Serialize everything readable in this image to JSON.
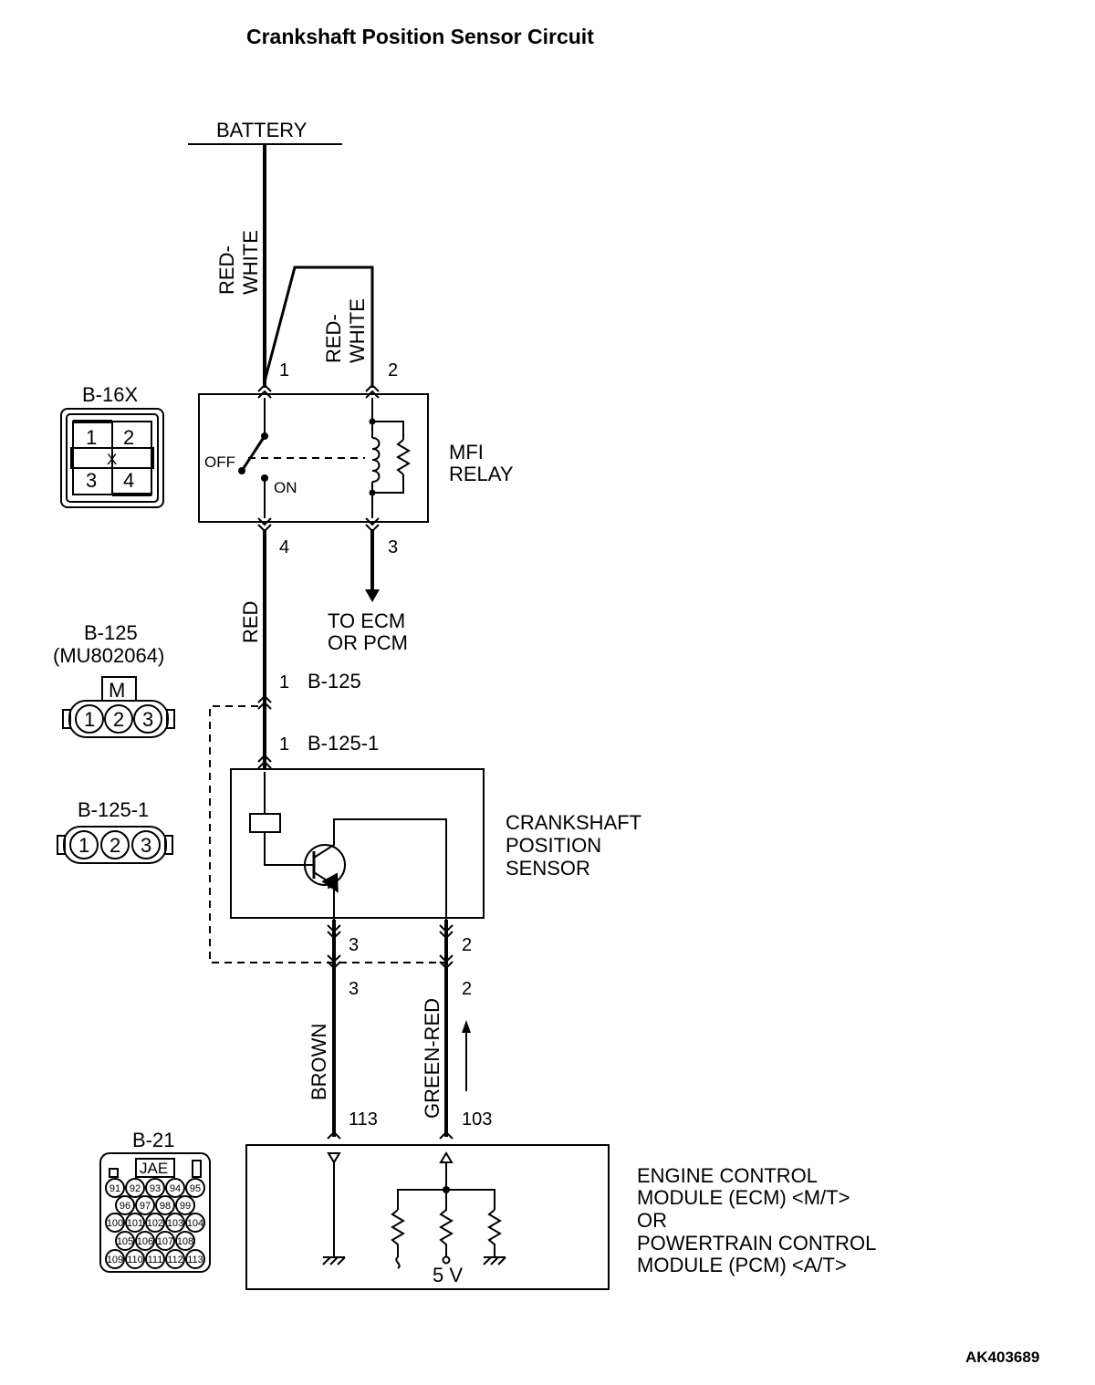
{
  "title": "Crankshaft Position Sensor Circuit",
  "code": "AK403689",
  "battery": "BATTERY",
  "wires": {
    "red_white_1": "RED-\nWHITE",
    "red_white_2": "RED-\nWHITE",
    "red": "RED",
    "brown": "BROWN",
    "green_red": "GREEN-RED"
  },
  "relay": {
    "name_line1": "MFI",
    "name_line2": "RELAY",
    "off": "OFF",
    "on": "ON",
    "pins": [
      "1",
      "2",
      "3",
      "4"
    ]
  },
  "to_ecm": [
    "TO ECM",
    "OR PCM"
  ],
  "connectors": {
    "b16x": {
      "label": "B-16X",
      "pins": [
        "1",
        "2",
        "3",
        "4"
      ],
      "mark": "X"
    },
    "b125": {
      "label": "B-125",
      "part": "(MU802064)",
      "mark": "M",
      "pins": [
        "1",
        "2",
        "3"
      ]
    },
    "b125_1": {
      "label": "B-125-1",
      "pins": [
        "1",
        "2",
        "3"
      ]
    },
    "b21": {
      "label": "B-21",
      "mark": "JAE",
      "rows": [
        [
          "91",
          "92",
          "93",
          "94",
          "95"
        ],
        [
          "96",
          "97",
          "98",
          "99"
        ],
        [
          "100",
          "101",
          "102",
          "103",
          "104"
        ],
        [
          "105",
          "106",
          "107",
          "108"
        ],
        [
          "109",
          "110",
          "111",
          "112",
          "113"
        ]
      ]
    }
  },
  "junctions": {
    "b125_pin": "1",
    "b125_name": "B-125",
    "b125_1_pin": "1",
    "b125_1_name": "B-125-1"
  },
  "sensor": [
    "CRANKSHAFT",
    "POSITION",
    "SENSOR"
  ],
  "sensor_pins": [
    "3",
    "2",
    "3",
    "2"
  ],
  "ecm_pins": [
    "113",
    "103"
  ],
  "ecm": [
    "ENGINE CONTROL",
    "MODULE (ECM) <M/T>",
    "OR",
    "POWERTRAIN CONTROL",
    "MODULE (PCM) <A/T>"
  ],
  "voltage": "5 V"
}
